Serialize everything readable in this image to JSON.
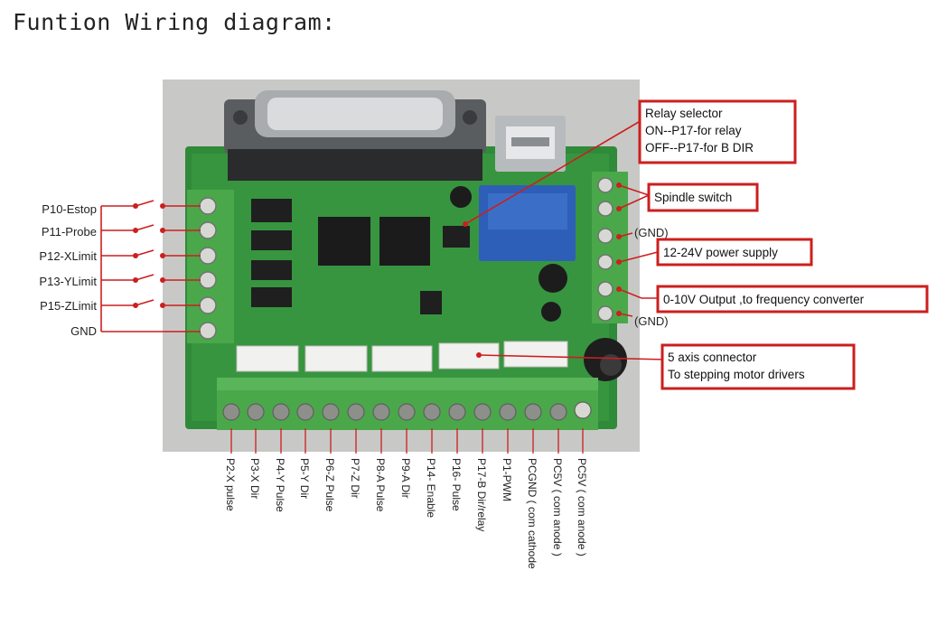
{
  "title": "Funtion Wiring diagram:",
  "left_inputs": [
    "P10-Estop",
    "P11-Probe",
    "P12-XLimit",
    "P13-YLimit",
    "P15-ZLimit",
    "GND"
  ],
  "callouts": {
    "relay": [
      "Relay selector",
      "ON--P17-for relay",
      "OFF--P17-for B DIR"
    ],
    "spindle": "Spindle switch",
    "gnd_top": "(GND)",
    "power": "12-24V power supply",
    "output": "0-10V Output ,to frequency converter",
    "gnd_bottom": "(GND)",
    "axis": [
      "5 axis connector",
      "To stepping motor drivers"
    ]
  },
  "bottom_pins": [
    "P2-X pulse",
    "P3-X Dir",
    "P4-Y Pulse",
    "P5-Y Dir",
    "P6-Z Pulse",
    "P7-Z Dir",
    "P8-A Pulse",
    "P9-A Dir",
    "P14- Enable",
    "P16- Pulse",
    "P17-B Dir/relay",
    "P1-PWM",
    "PCGND ( com cathode",
    "PC5V ( com anode )",
    "PC5V ( com anode )"
  ],
  "colors": {
    "callout_red": "#cc1f1f",
    "pcb_green": "#2f8a3a",
    "terminal_green": "#4aa84a"
  }
}
